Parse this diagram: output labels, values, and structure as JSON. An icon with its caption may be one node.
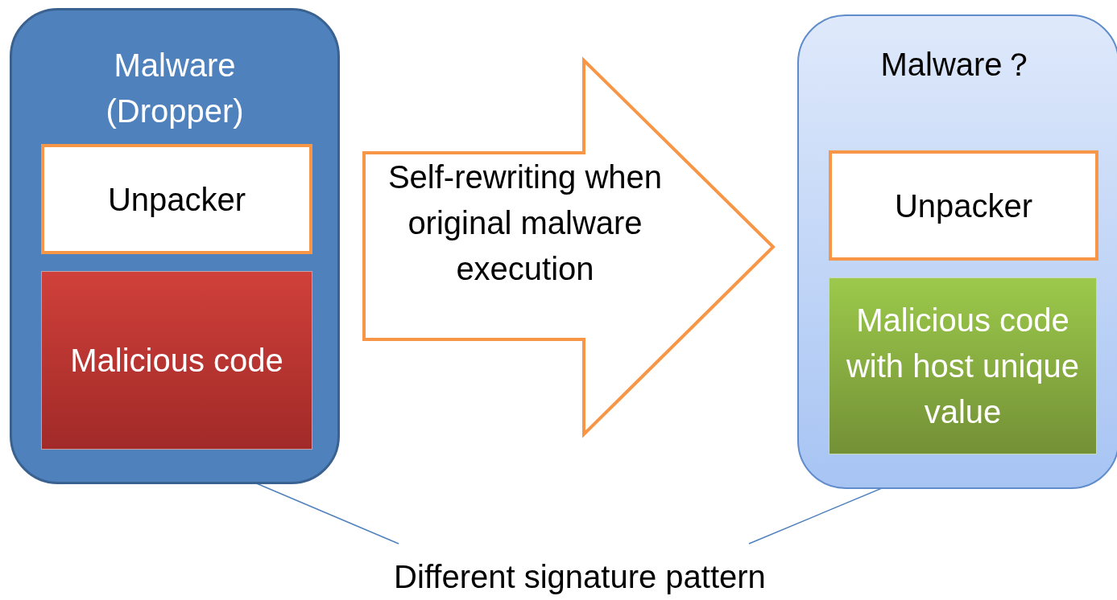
{
  "diagram": {
    "nodes": [
      {
        "text": [
          "Malware (Dropper)"
        ]
      },
      {
        "text": [
          "Unpacker"
        ],
        "in": 0
      },
      {
        "text": [
          "Malicious code"
        ],
        "in": 0
      },
      {
        "text": [
          "Malware？"
        ]
      },
      {
        "text": [
          "Unpacker"
        ],
        "in": 3
      },
      {
        "text": [
          "Malicious code with host unique value"
        ],
        "in": 3
      },
      {
        "text": [
          "Different signature pattern"
        ]
      }
    ],
    "edges": [
      {
        "from": 0,
        "to": 3,
        "arrow": "to",
        "label": "Self-rewriting when original malware execution"
      },
      {
        "from": 6,
        "to": 2,
        "arrow": "none"
      },
      {
        "from": 6,
        "to": 5,
        "arrow": "none"
      }
    ]
  }
}
